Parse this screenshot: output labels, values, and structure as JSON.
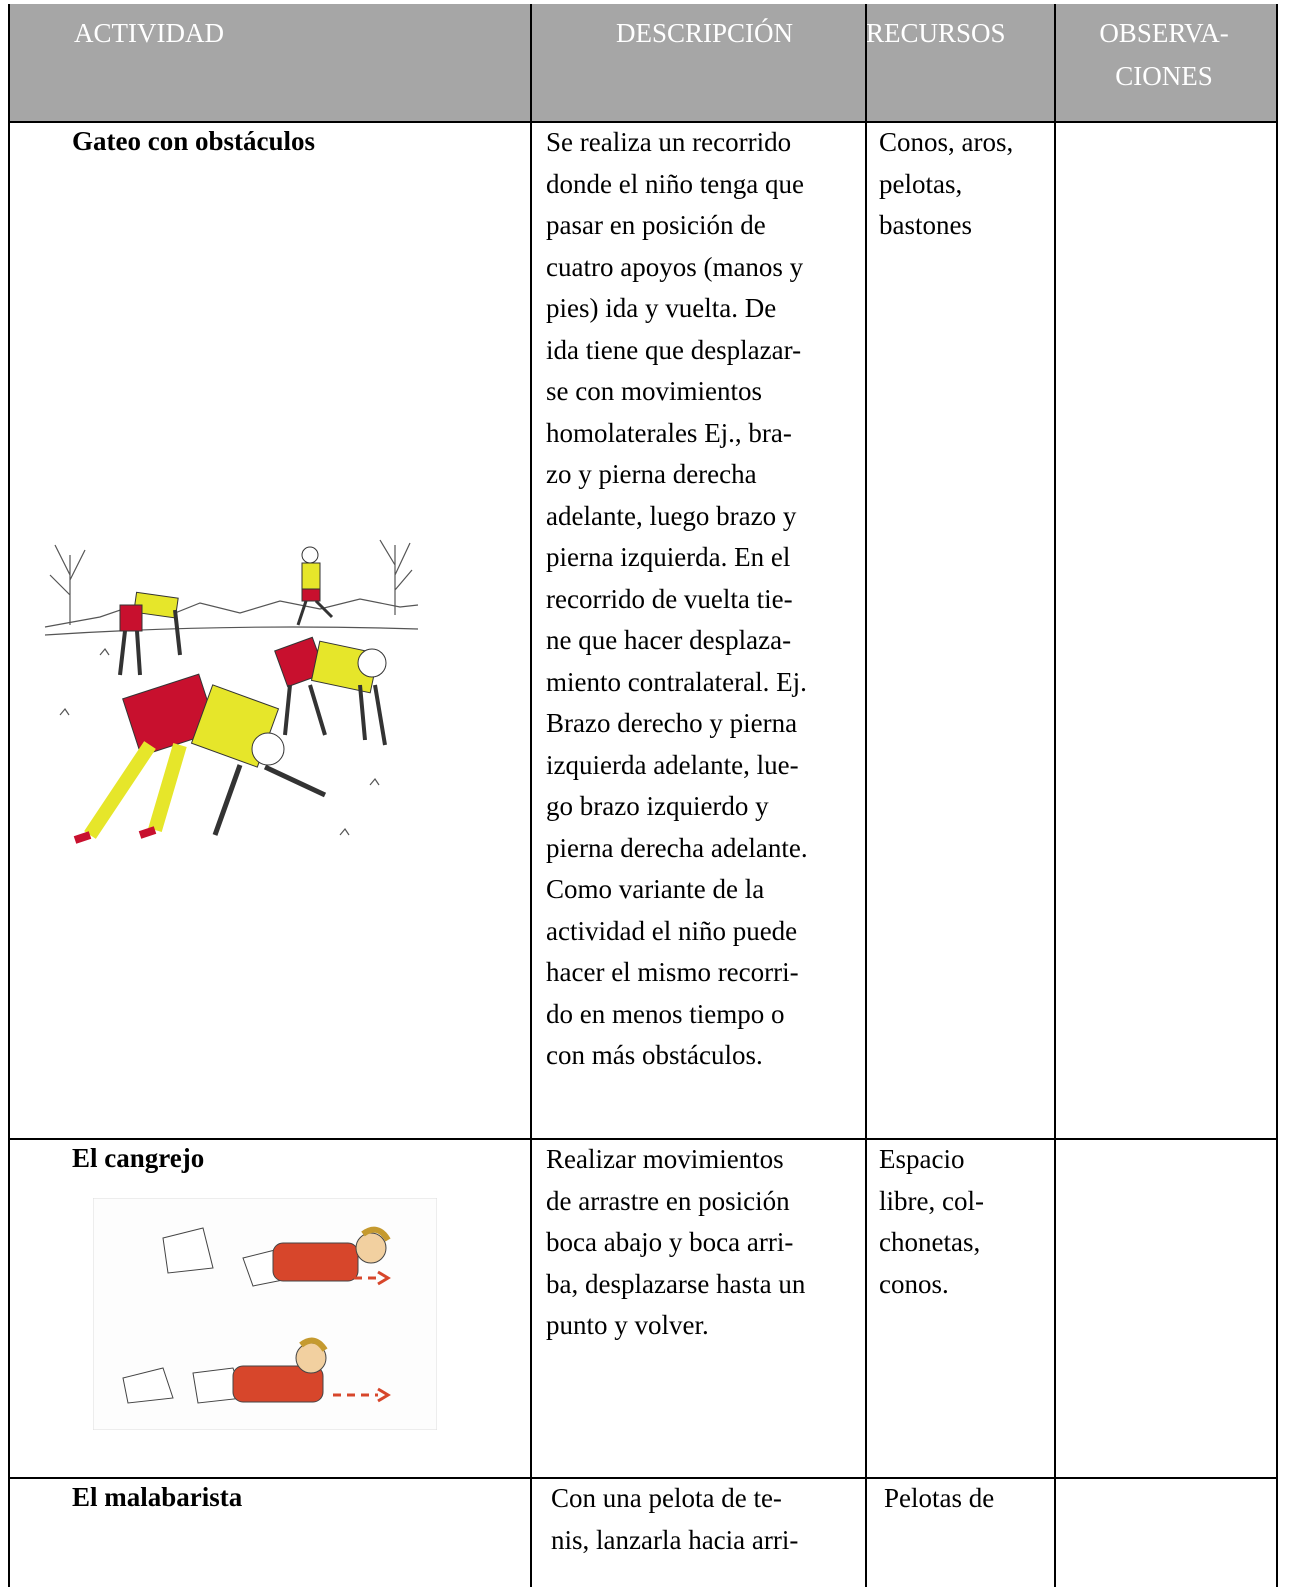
{
  "header": {
    "actividad": "ACTIVIDAD",
    "descripcion": "DESCRIPCIÓN",
    "recursos": "RECURSOS",
    "observaciones": "OBSERVA-\nCIONES"
  },
  "rows": [
    {
      "actividad": "Gateo con obstáculos",
      "descripcion": "Se realiza un recorrido\ndonde el niño tenga que\npasar en posición de\ncuatro apoyos (manos y\npies) ida y vuelta. De\nida tiene que desplazar-\nse con movimientos\nhomolaterales Ej., bra-\nzo y pierna derecha\nadelante, luego brazo y\npierna izquierda. En el\nrecorrido de vuelta tie-\nne que hacer desplaza-\nmiento contralateral. Ej.\nBrazo derecho y pierna\nizquierda adelante, lue-\ngo brazo izquierdo y\npierna derecha adelante.\nComo variante de la\nactividad el niño puede\nhacer el mismo recorri-\ndo en menos tiempo o\ncon más obstáculos.",
      "recursos": "Conos, aros,\npelotas,\nbastones",
      "observaciones": "",
      "illustration": "children-crawling-obstacle-course"
    },
    {
      "actividad": "El cangrejo",
      "descripcion": "Realizar movimientos\nde arrastre en posición\nboca abajo y boca arri-\nba, desplazarse hasta un\npunto y volver.",
      "recursos": " Espacio\nlibre, col-\nchonetas,\nconos.",
      "observaciones": "",
      "illustration": "children-dragging-on-floor"
    },
    {
      "actividad": "El malabarista",
      "descripcion": "Con una pelota de te-\nnis, lanzarla hacia arri-",
      "recursos": "Pelotas de",
      "observaciones": ""
    }
  ],
  "colors": {
    "header_bg": "#a6a6a6",
    "header_text": "#ffffff",
    "shirt": "#e6e62a",
    "shorts": "#c8102e"
  }
}
